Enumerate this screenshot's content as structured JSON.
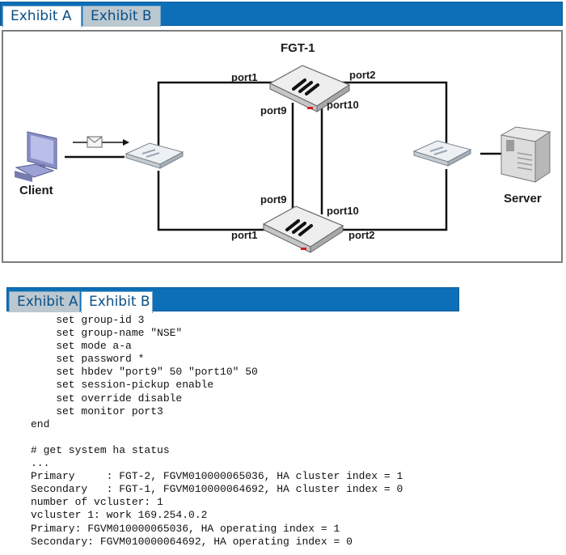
{
  "exhibit_a_view": {
    "tabs": [
      {
        "label": "Exhibit A",
        "active": true
      },
      {
        "label": "Exhibit B",
        "active": false
      }
    ],
    "diagram": {
      "fgt1_title": "FGT-1",
      "fgt1_ports": {
        "port1": "port1",
        "port2": "port2",
        "port9": "port9",
        "port10": "port10"
      },
      "fgt2_ports": {
        "port9": "port9",
        "port10": "port10",
        "port1": "port1",
        "port2": "port2"
      },
      "client_label": "Client",
      "server_label": "Server"
    }
  },
  "exhibit_b_view": {
    "tabs": [
      {
        "label": "Exhibit A",
        "active": false
      },
      {
        "label": "Exhibit B",
        "active": true
      }
    ],
    "code_lines": [
      "    set group-id 3",
      "    set group-name \"NSE\"",
      "    set mode a-a",
      "    set password *",
      "    set hbdev \"port9\" 50 \"port10\" 50",
      "    set session-pickup enable",
      "    set override disable",
      "    set monitor port3",
      "end",
      "",
      "# get system ha status",
      "...",
      "Primary     : FGT-2, FGVM010000065036, HA cluster index = 1",
      "Secondary   : FGT-1, FGVM010000064692, HA cluster index = 0",
      "number of vcluster: 1",
      "vcluster 1: work 169.254.0.2",
      "Primary: FGVM010000065036, HA operating index = 1",
      "Secondary: FGVM010000064692, HA operating index = 0"
    ]
  },
  "colors": {
    "tab_bar": "#0d6fb8",
    "tab_inactive": "#bcc8d0",
    "panel_border": "#7d7d7d"
  }
}
